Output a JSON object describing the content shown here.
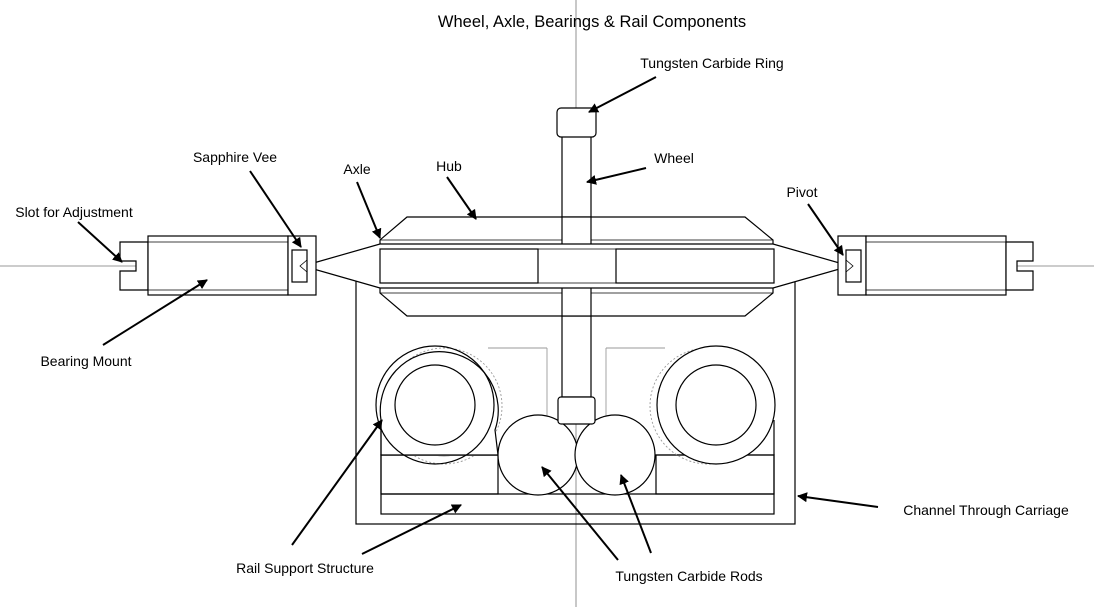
{
  "title": "Wheel, Axle, Bearings & Rail Components",
  "labels": {
    "tungsten_carbide_ring": "Tungsten Carbide Ring",
    "wheel": "Wheel",
    "hub": "Hub",
    "axle": "Axle",
    "sapphire_vee": "Sapphire Vee",
    "slot_for_adjustment": "Slot for Adjustment",
    "bearing_mount": "Bearing Mount",
    "pivot": "Pivot",
    "channel_through_carriage": "Channel Through Carriage",
    "rail_support_structure": "Rail Support Structure",
    "tungsten_carbide_rods": "Tungsten Carbide Rods"
  }
}
